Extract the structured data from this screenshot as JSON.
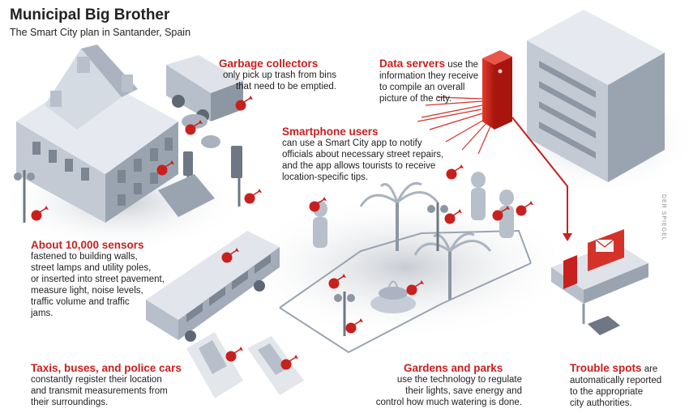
{
  "title": "Municipal Big Brother",
  "subtitle": "The Smart City plan in Santander, Spain",
  "credit": "DER SPIEGEL",
  "accent_color": "#c8201e",
  "callouts": {
    "garbage": {
      "heading": "Garbage collectors",
      "lines": [
        "only pick up trash from bins",
        "that need to be emptied."
      ]
    },
    "servers": {
      "heading": "Data servers",
      "first_rest": " use the",
      "lines": [
        "information they receive",
        "to compile an overall",
        "picture of the city."
      ]
    },
    "smartphone": {
      "heading": "Smartphone users",
      "lines": [
        "can use a Smart City app to notify",
        "officials about necessary street repairs,",
        "and the app allows tourists to receive",
        "location-specific tips."
      ]
    },
    "sensors": {
      "heading": "About 10,000 sensors",
      "lines": [
        "fastened to building walls,",
        "street lamps and utility poles,",
        "or inserted into street pavement,",
        "measure light, noise levels,",
        "traffic volume and traffic",
        "jams."
      ]
    },
    "taxis": {
      "heading": "Taxis, buses, and police cars",
      "lines": [
        "constantly register their location",
        "and transmit measurements from",
        "their surroundings."
      ]
    },
    "gardens": {
      "heading": "Gardens and parks",
      "lines": [
        "use the technology to regulate",
        "their lights, save energy and",
        "control how much watering is done."
      ]
    },
    "trouble": {
      "heading": "Trouble spots",
      "first_rest": " are",
      "lines": [
        "automatically reported",
        "to the appropriate",
        "city authorities."
      ]
    }
  },
  "icons": [
    "sensor-marker-icon",
    "data-server-icon",
    "email-alert-icon",
    "bus-icon",
    "car-icon",
    "palm-tree-icon",
    "street-lamp-icon",
    "traffic-light-icon",
    "fountain-icon",
    "person-with-phone-icon"
  ]
}
